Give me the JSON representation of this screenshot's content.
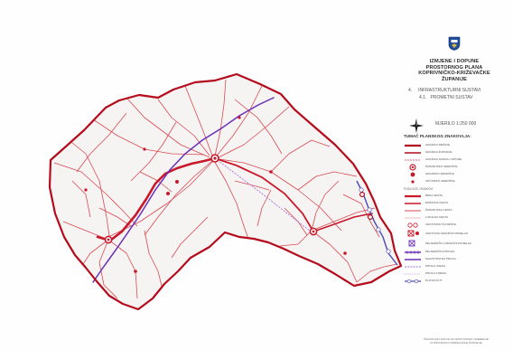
{
  "title": {
    "line1": "IZMJENE I DOPUNE",
    "line2": "PROSTORNOG PLANA",
    "line3": "KOPRIVNIČKO-KRIŽEVAČKE",
    "line4": "ŽUPANIJE"
  },
  "section": {
    "number": "4.",
    "name": "INFRASTRUKTURNI SUSTAVI",
    "sub_number": "4.1.",
    "sub_name": "PROMETNI SUSTAV"
  },
  "scale_label": "MJERILO 1:250 000",
  "legend": {
    "title": "TUMAČ PLANSKOG ZNAKOVLJA:",
    "group_label": "PODLOGE I ZNAKOVI",
    "items": [
      {
        "label": "GRANICA DRŽAVE",
        "icon": "state-border"
      },
      {
        "label": "GRANICA ŽUPANIJE",
        "icon": "county-border"
      },
      {
        "label": "GRANICA GRADA / OPĆINE",
        "icon": "municipal-border"
      },
      {
        "label": "ŽUPANIJSKO SREDIŠTE",
        "icon": "county-seat"
      },
      {
        "label": "GRADSKO SREDIŠTE",
        "icon": "town-center"
      },
      {
        "label": "OPĆINSKO SREDIŠTE",
        "icon": "municipal-center"
      },
      {
        "label": "BRZA CESTA",
        "icon": "expressway"
      },
      {
        "label": "DRŽAVNA CESTA",
        "icon": "state-road"
      },
      {
        "label": "ŽUPANIJSKA CESTA",
        "icon": "county-road"
      },
      {
        "label": "LOKALNA CESTA",
        "icon": "local-road"
      },
      {
        "label": "CESTOVNO ČVORIŠTE",
        "icon": "road-junction"
      },
      {
        "label": "CESTOVNI GRANIČNI PRIJELAZ",
        "icon": "border-crossing"
      },
      {
        "label": "ŽELJEZNIČKI GRANIČNI PRIJELAZ",
        "icon": "rail-border-crossing"
      },
      {
        "label": "ŽELJEZNIČKA PRUGA",
        "icon": "railway"
      },
      {
        "label": "MAGISTRALNA PRUGA",
        "icon": "main-railway"
      },
      {
        "label": "PRUGA I REDA",
        "icon": "railway-first-class"
      },
      {
        "label": "PRUGA II REDA",
        "icon": "railway-second-class"
      },
      {
        "label": "PLOVNI PUT",
        "icon": "waterway"
      }
    ]
  },
  "footer": {
    "line1": "ŽUPANIJSKI ZAVOD ZA PROSTORNO UREĐENJE",
    "line2": "KOPRIVNIČKO-KRIŽEVAČKE ŽUPANIJE"
  },
  "colors": {
    "border": "#b40c1c",
    "road": "#d3212f",
    "railway": "#6a2fb7",
    "waterway": "#4b4bb5",
    "background": "#ffffff"
  }
}
